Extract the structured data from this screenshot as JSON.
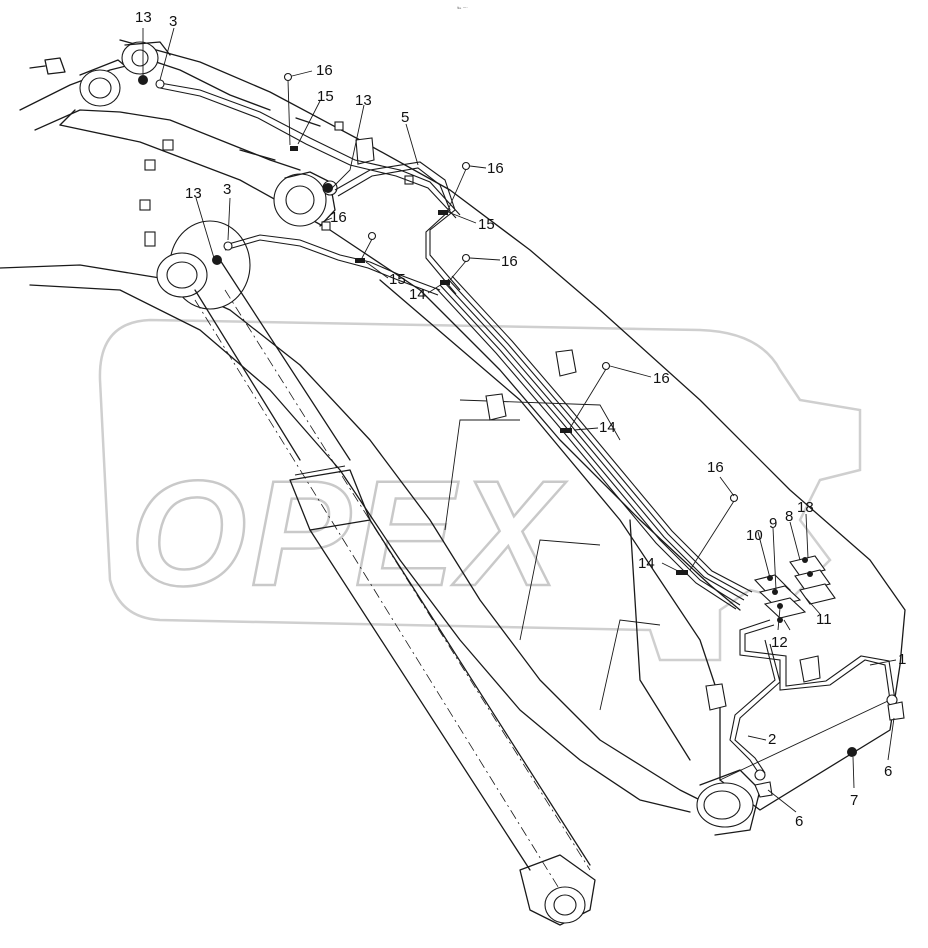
{
  "diagram": {
    "header_mark": "℡ ····",
    "watermark_text": "OPEX",
    "callouts": {
      "c13a": "13",
      "c3a": "3",
      "c16a": "16",
      "c15a": "15",
      "c13b": "13",
      "c5": "5",
      "c16b": "16",
      "c13c": "13",
      "c3b": "3",
      "c16c": "16",
      "c15b": "15",
      "c16d": "16",
      "c15c": "15",
      "c14a": "14",
      "c16e": "16",
      "c14b": "14",
      "c16f": "16",
      "c10": "10",
      "c9": "9",
      "c8": "8",
      "c18": "18",
      "c14c": "14",
      "c12": "12",
      "c11": "11",
      "c1": "1",
      "c2": "2",
      "c6a": "6",
      "c7": "7",
      "c6b": "6"
    }
  }
}
